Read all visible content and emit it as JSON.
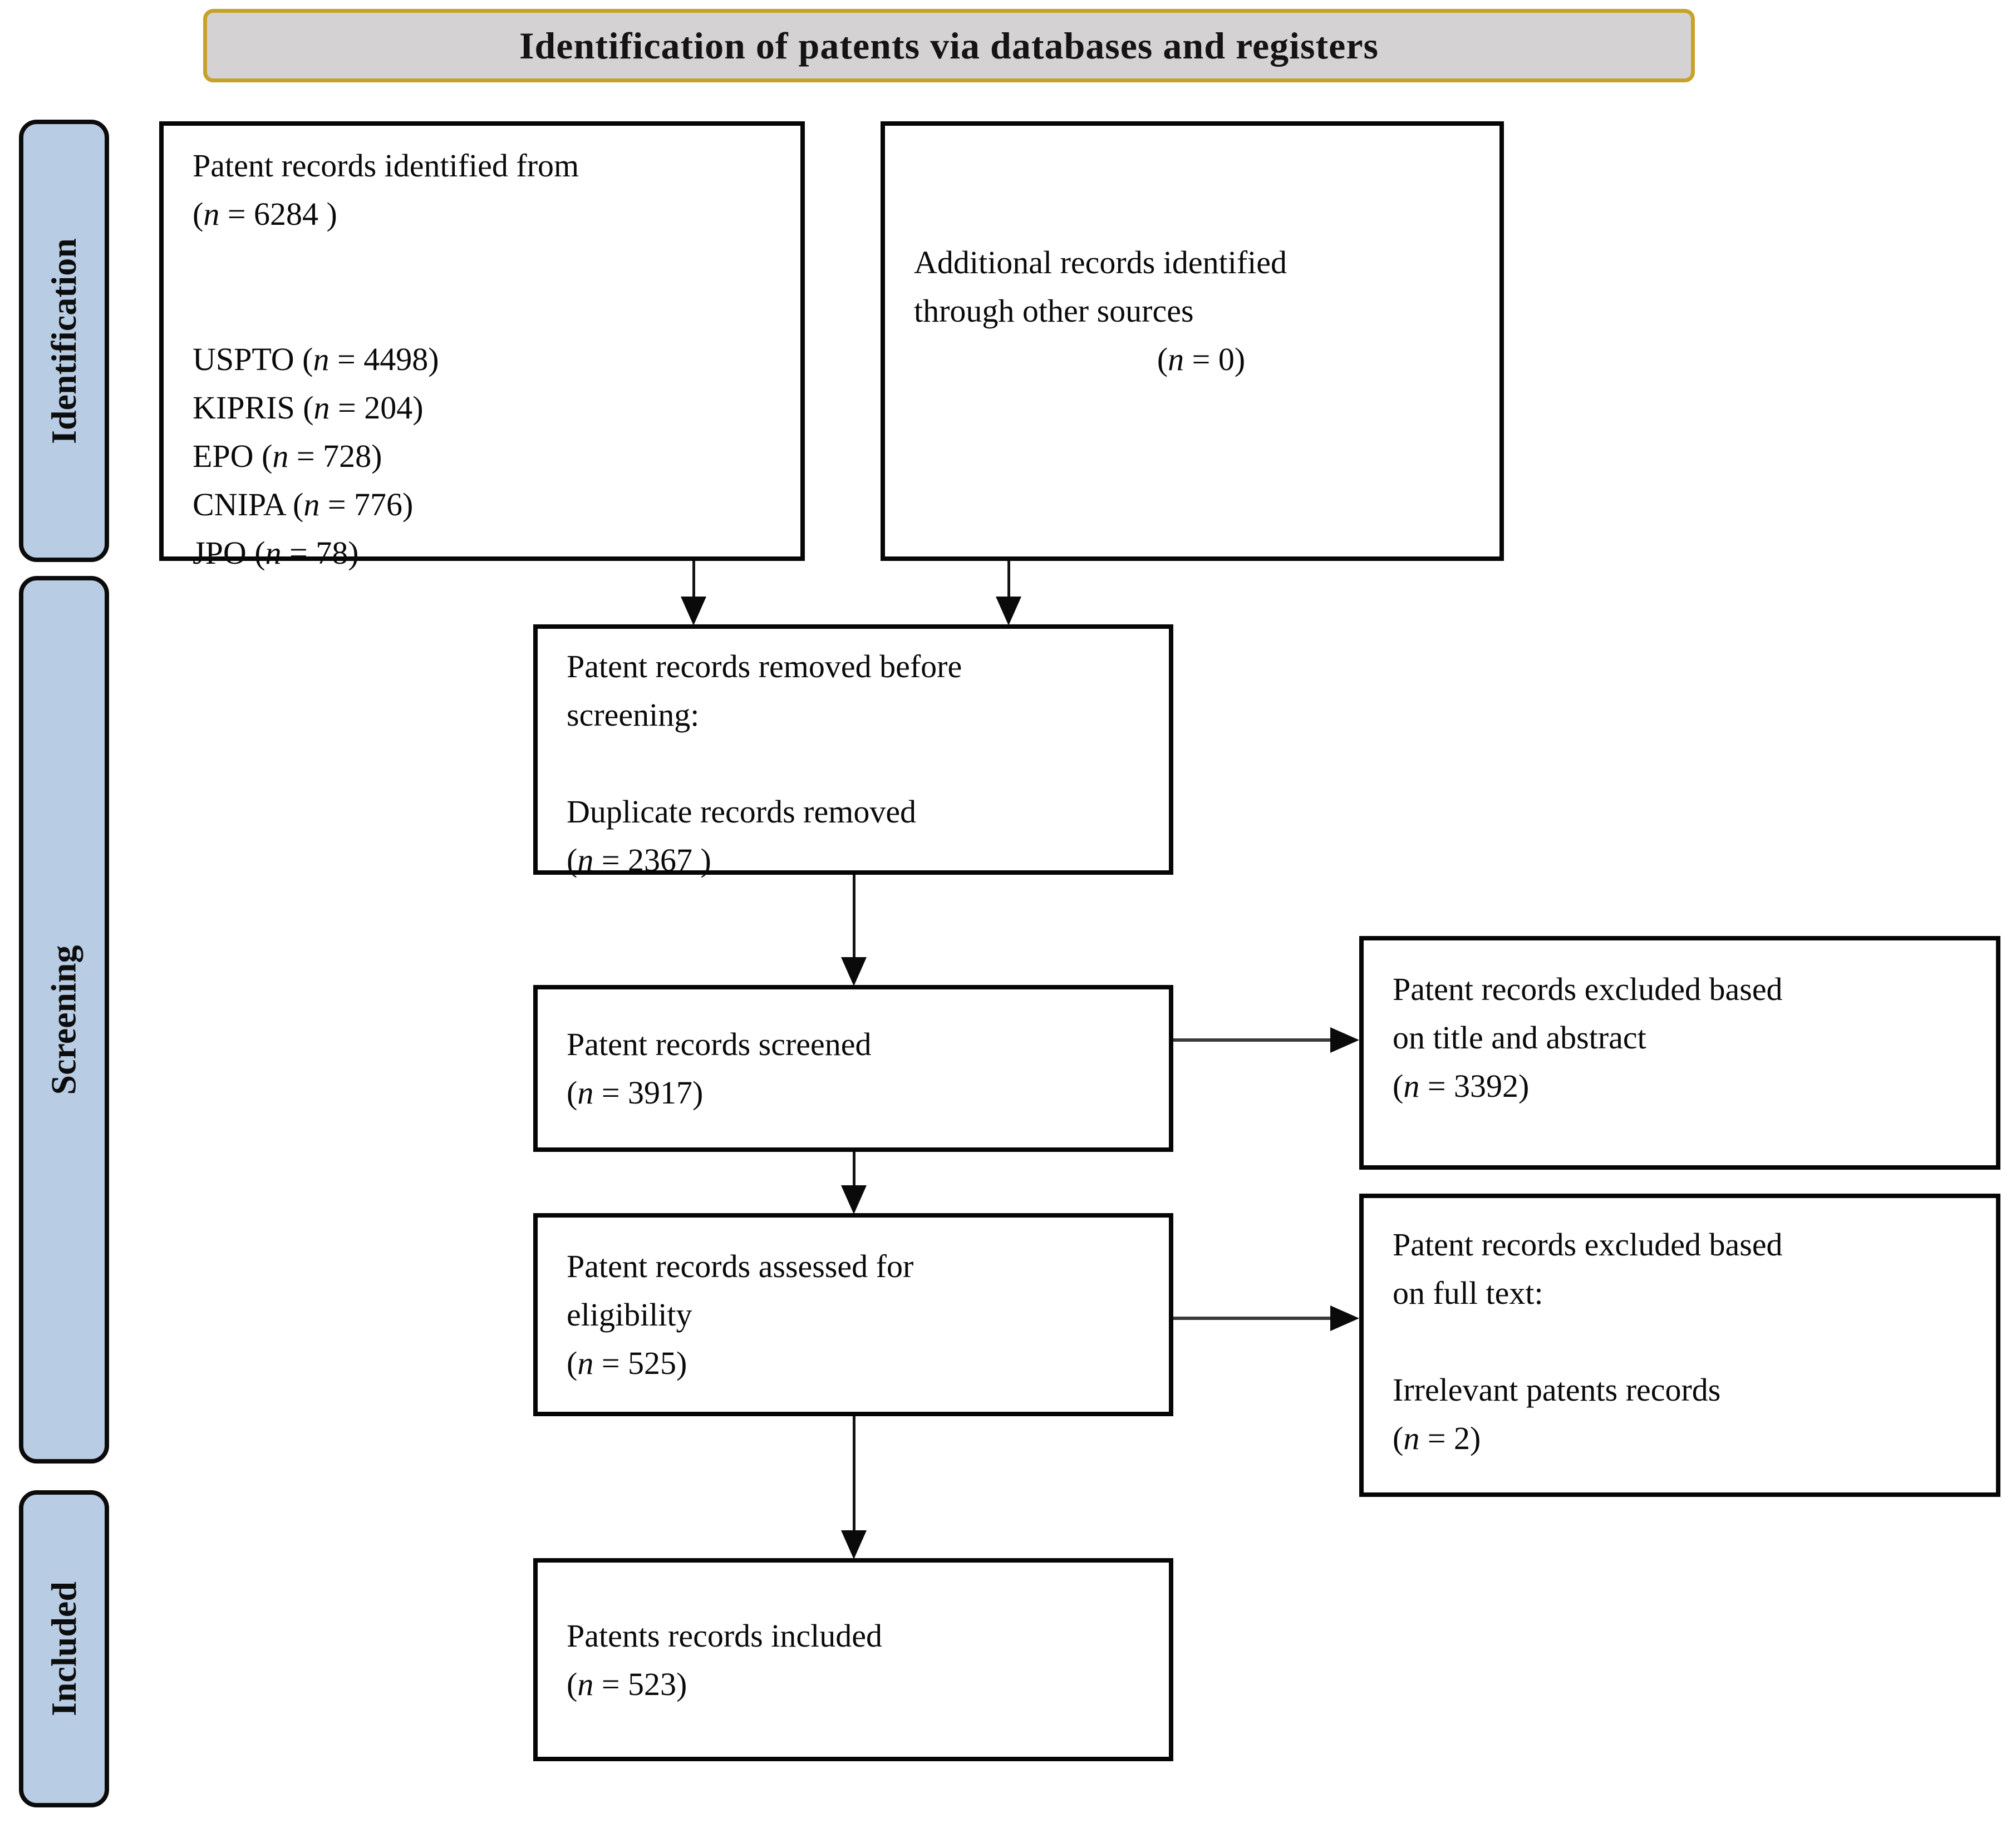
{
  "title": "Identification of patents via databases and registers",
  "colors": {
    "sidebar_fill": "#b8cce4",
    "title_fill": "#d4d2d2",
    "title_border": "#c7a229",
    "box_border": "#060606"
  },
  "sidebar": {
    "stages": [
      {
        "label": "Identification"
      },
      {
        "label": "Screening"
      },
      {
        "label": "Included"
      }
    ]
  },
  "boxes": {
    "identified": {
      "lines": [
        "Patent records identified from",
        "(n = 6284 )",
        "",
        "",
        "USPTO (n = 4498)",
        "KIPRIS (n = 204)",
        "EPO (n = 728)",
        "CNIPA (n = 776)",
        "JPO (n = 78)"
      ]
    },
    "additional": {
      "lines": [
        "Additional records identified",
        "through other sources",
        {
          "text": "(n = 0)",
          "align": "center"
        }
      ]
    },
    "removed": {
      "lines": [
        "Patent records removed before",
        "screening:",
        "",
        "Duplicate records removed",
        "(n = 2367 )"
      ]
    },
    "screened": {
      "lines": [
        "Patent records screened",
        "(n = 3917)"
      ]
    },
    "excluded_title_abstract": {
      "lines": [
        "Patent records excluded based",
        "on title and abstract",
        "(n = 3392)"
      ]
    },
    "assessed": {
      "lines": [
        "Patent records assessed for",
        "eligibility",
        "(n = 525)"
      ]
    },
    "excluded_full_text": {
      "lines": [
        "Patent records excluded based",
        "on full text:",
        "",
        "Irrelevant patents records",
        "(n = 2)"
      ]
    },
    "included": {
      "lines": [
        "Patents records included",
        "(n = 523)"
      ]
    }
  }
}
